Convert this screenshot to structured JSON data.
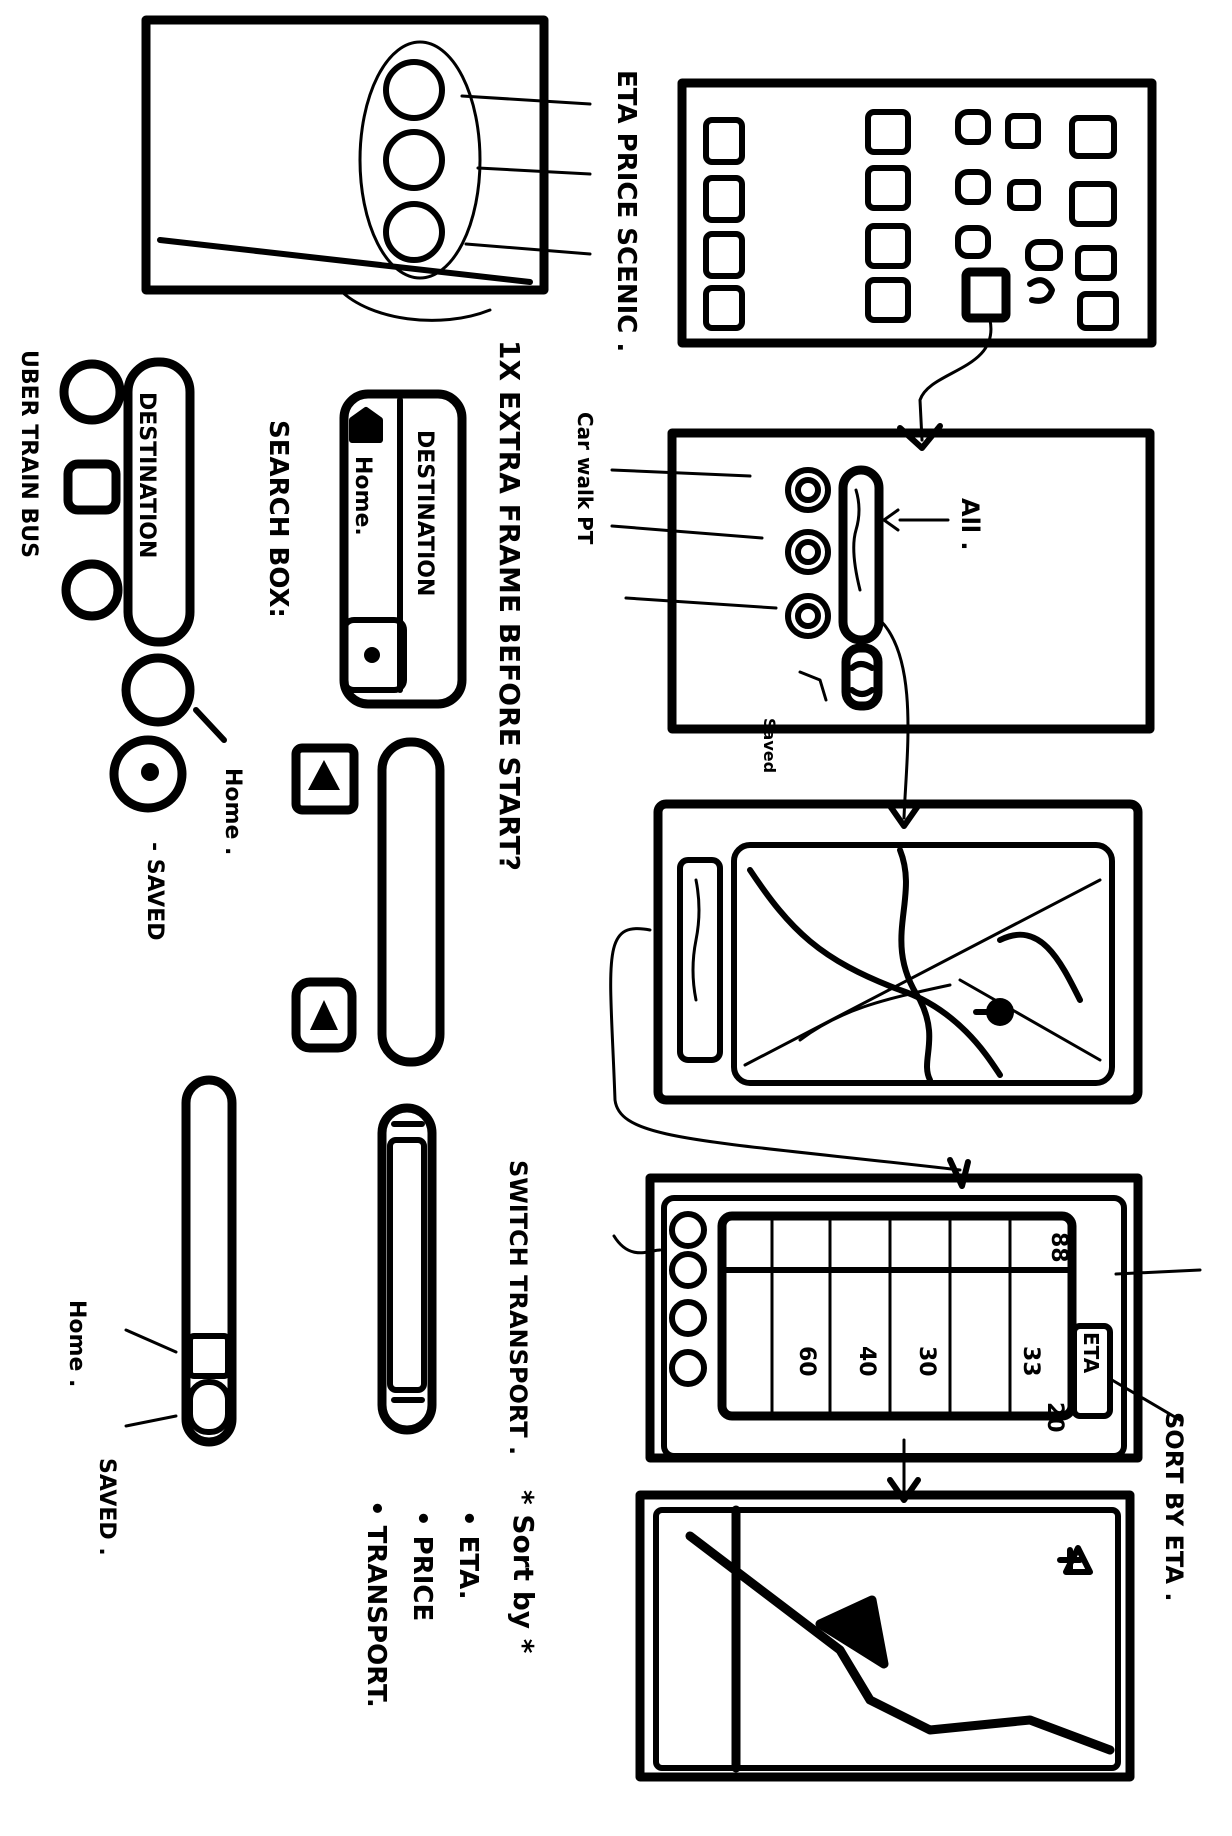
{
  "annotations": {
    "eta_price_scenic": "ETA PRICE SCENIC .",
    "one_extra_frame": "1X EXTRA FRAME BEFORE START?",
    "search_box": "SEARCH BOX:",
    "destination_1": "DESTINATION",
    "home_1": "Home.",
    "destination_2": "DESTINATION",
    "uber_train_bus": "UBER TRAIN BUS",
    "home_2": "Home .",
    "saved_1": "- SAVED",
    "home_3": "Home .",
    "saved_2": "SAVED .",
    "car_walk_pt": "Car walk PT",
    "all": "All .",
    "saved_3": "Saved",
    "switch_transport": "SWITCH TRANSPORT .",
    "eta_tab": "ETA",
    "sort_by_eta": "SORT BY ETA .",
    "sort_by": "* Sort by *",
    "sort_eta": "• ETA.",
    "sort_price": "• PRICE",
    "sort_transport": "• TRANSPORT."
  },
  "list_values": [
    "33",
    "20",
    "30",
    "40",
    "60",
    "88"
  ]
}
